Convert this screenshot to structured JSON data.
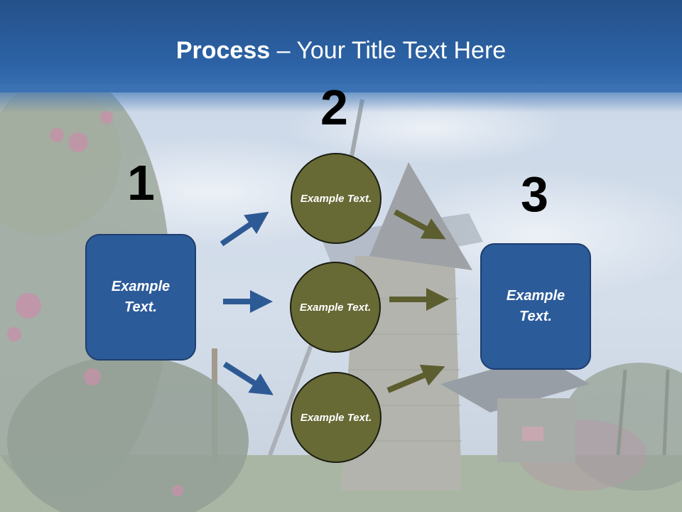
{
  "title": {
    "bold": "Process",
    "rest": " – Your Title Text Here"
  },
  "steps": [
    {
      "number": "1",
      "boxes": [
        "Example Text."
      ]
    },
    {
      "number": "2",
      "circles": [
        "Example Text.",
        "Example Text.",
        "Example Text."
      ]
    },
    {
      "number": "3",
      "boxes": [
        "Example Text."
      ]
    }
  ],
  "colors": {
    "header": "#2c63a6",
    "box_fill": "#2c5b9a",
    "circle_fill": "#676a35",
    "arrow_blue": "#2d5a95",
    "arrow_olive": "#5c5e2f"
  }
}
